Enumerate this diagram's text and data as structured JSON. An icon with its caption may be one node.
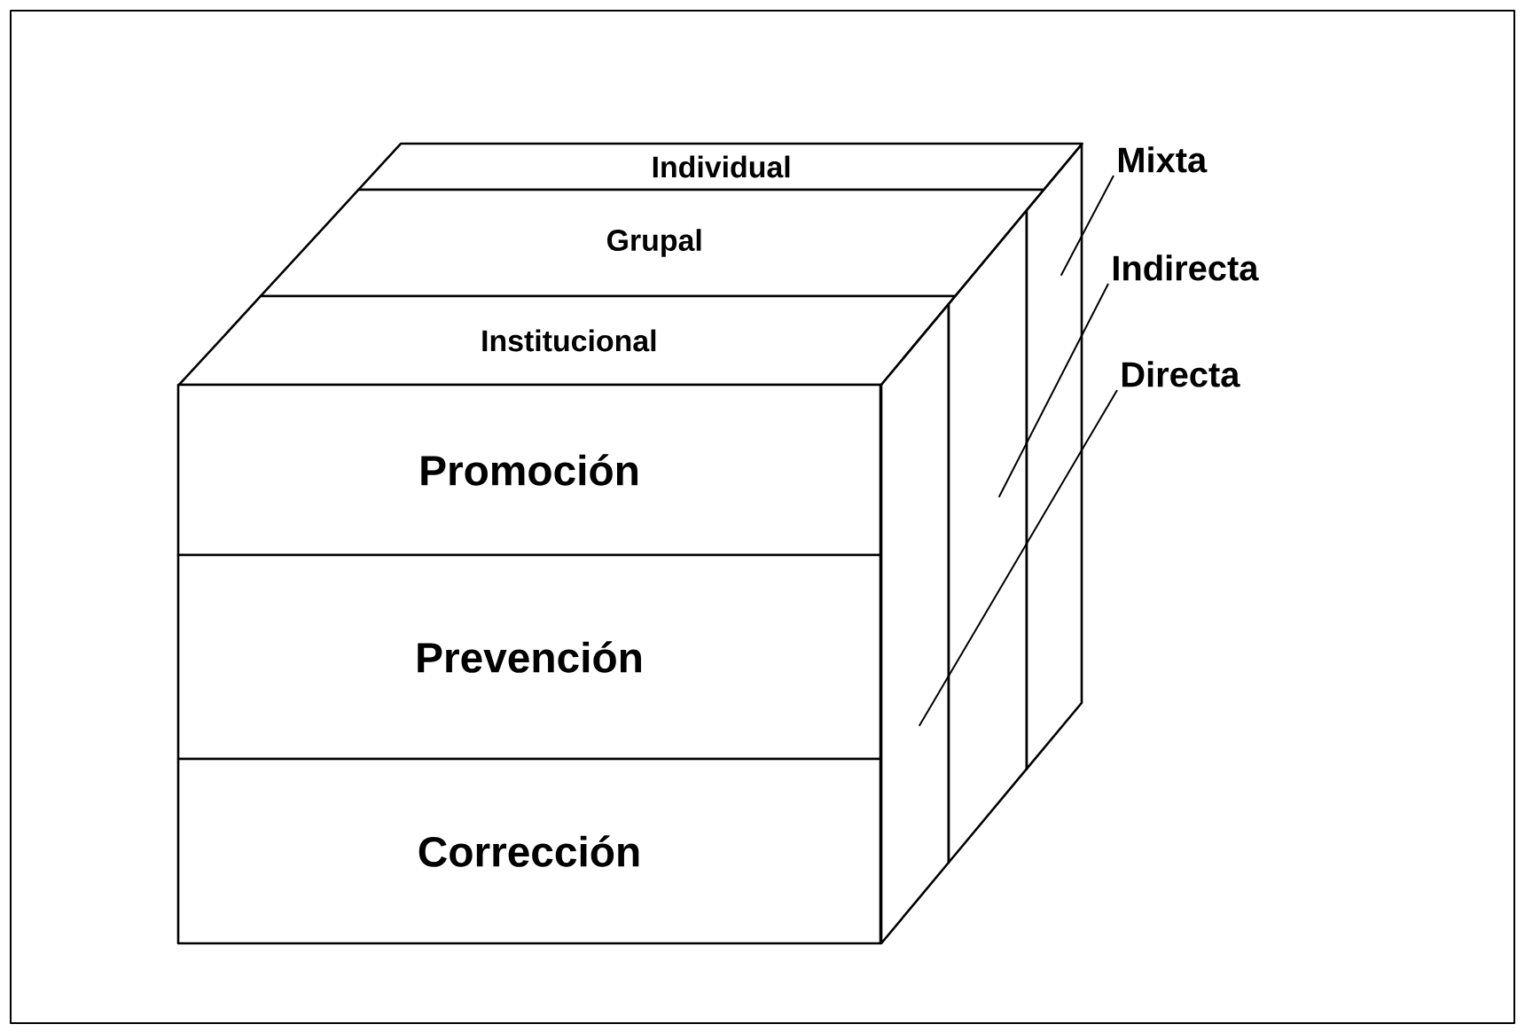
{
  "diagram": {
    "nodes": [
      {
        "text": [
          "Individual"
        ]
      },
      {
        "text": [
          "Grupal"
        ]
      },
      {
        "text": [
          "Institucional"
        ]
      },
      {
        "text": [
          "Promoción"
        ]
      },
      {
        "text": [
          "Prevención"
        ]
      },
      {
        "text": [
          "Corrección"
        ]
      },
      {
        "text": [],
        "shape": "box"
      },
      {
        "text": [],
        "shape": "box"
      },
      {
        "text": [],
        "shape": "box"
      },
      {
        "text": [
          "Mixta"
        ]
      },
      {
        "text": [
          "Indirecta"
        ]
      },
      {
        "text": [
          "Directa"
        ]
      }
    ],
    "edges": [
      {
        "from": 9,
        "to": 8,
        "arrow": "none"
      },
      {
        "from": 10,
        "to": 7,
        "arrow": "none"
      },
      {
        "from": 11,
        "to": 6,
        "arrow": "none"
      }
    ]
  }
}
